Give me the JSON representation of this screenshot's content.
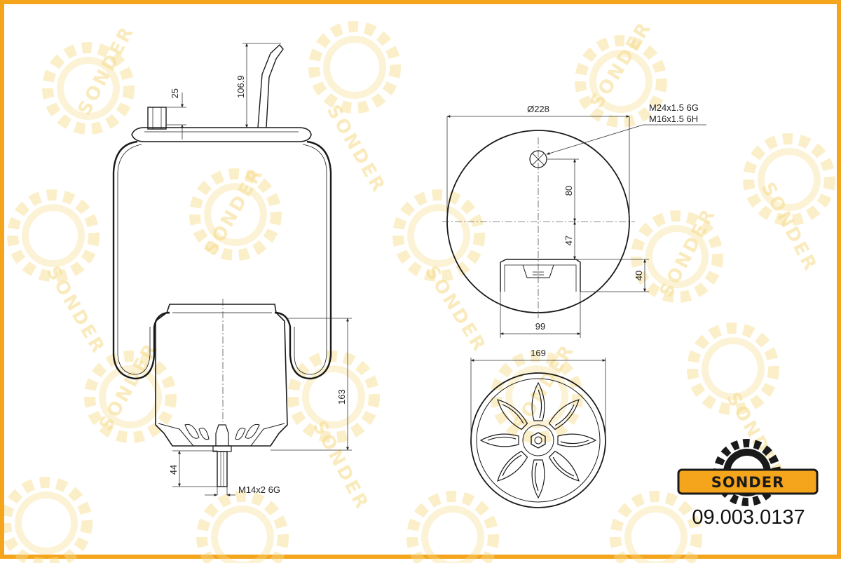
{
  "brand": {
    "logo_text": "SONDER",
    "part_number": "09.003.0137",
    "frame_color": "#f5a51c",
    "logo_fill": "#f5a51c",
    "gear_color": "#1a1a1a"
  },
  "watermark": {
    "text": "SONDER",
    "icon": "gear-icon"
  },
  "side_view": {
    "dim_top_stud": "25",
    "dim_inlet": "106.9",
    "dim_piston_height": "163",
    "dim_bottom_stud": "44",
    "bottom_thread": "M14x2 6G"
  },
  "top_view": {
    "diameter": "Ø228",
    "thread_1": "M24x1.5 6G",
    "thread_2": "M16x1.5 6H",
    "dim_80": "80",
    "dim_47": "47",
    "dim_40": "40",
    "dim_99": "99"
  },
  "bottom_view": {
    "diameter": "169"
  }
}
